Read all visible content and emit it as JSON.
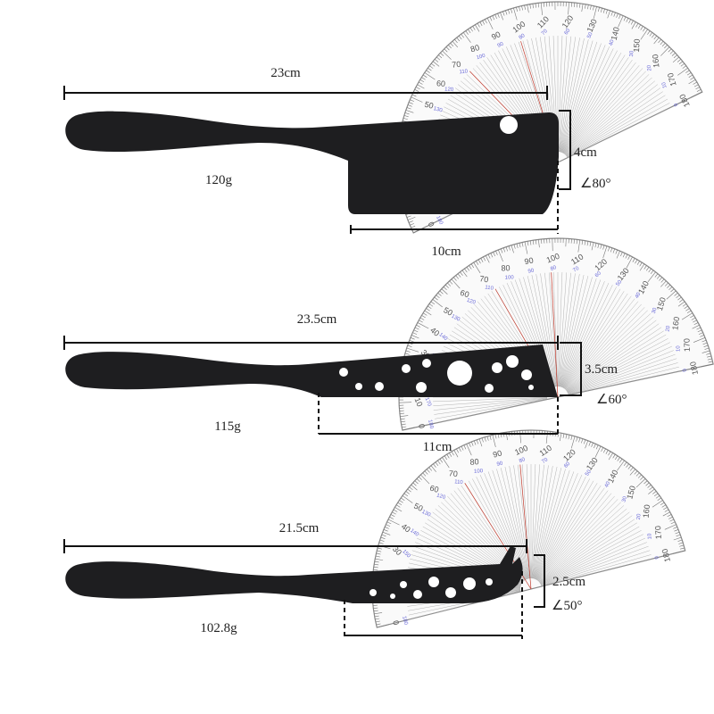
{
  "colors": {
    "knife": "#1e1e20",
    "dimension_line": "#111111",
    "protractor_line": "#9a9a9a",
    "protractor_accent": "#c0392b",
    "protractor_inner_numbers": "#6a6ad8"
  },
  "protractor_scale": [
    "0",
    "10",
    "20",
    "30",
    "40",
    "50",
    "60",
    "70",
    "80",
    "90",
    "100",
    "110",
    "120",
    "130",
    "140",
    "150",
    "160",
    "170",
    "180"
  ],
  "knives": [
    {
      "name": "cleaver",
      "length": "23cm",
      "weight": "120g",
      "blade_height": "4cm",
      "blade_length": "10cm",
      "angle": "∠80°"
    },
    {
      "name": "holed",
      "length": "23.5cm",
      "weight": "115g",
      "blade_height": "3.5cm",
      "blade_length": "11cm",
      "angle": "∠60°"
    },
    {
      "name": "forked",
      "length": "21.5cm",
      "weight": "102.8g",
      "blade_height": "2.5cm",
      "blade_length": "",
      "angle": "∠50°"
    }
  ]
}
